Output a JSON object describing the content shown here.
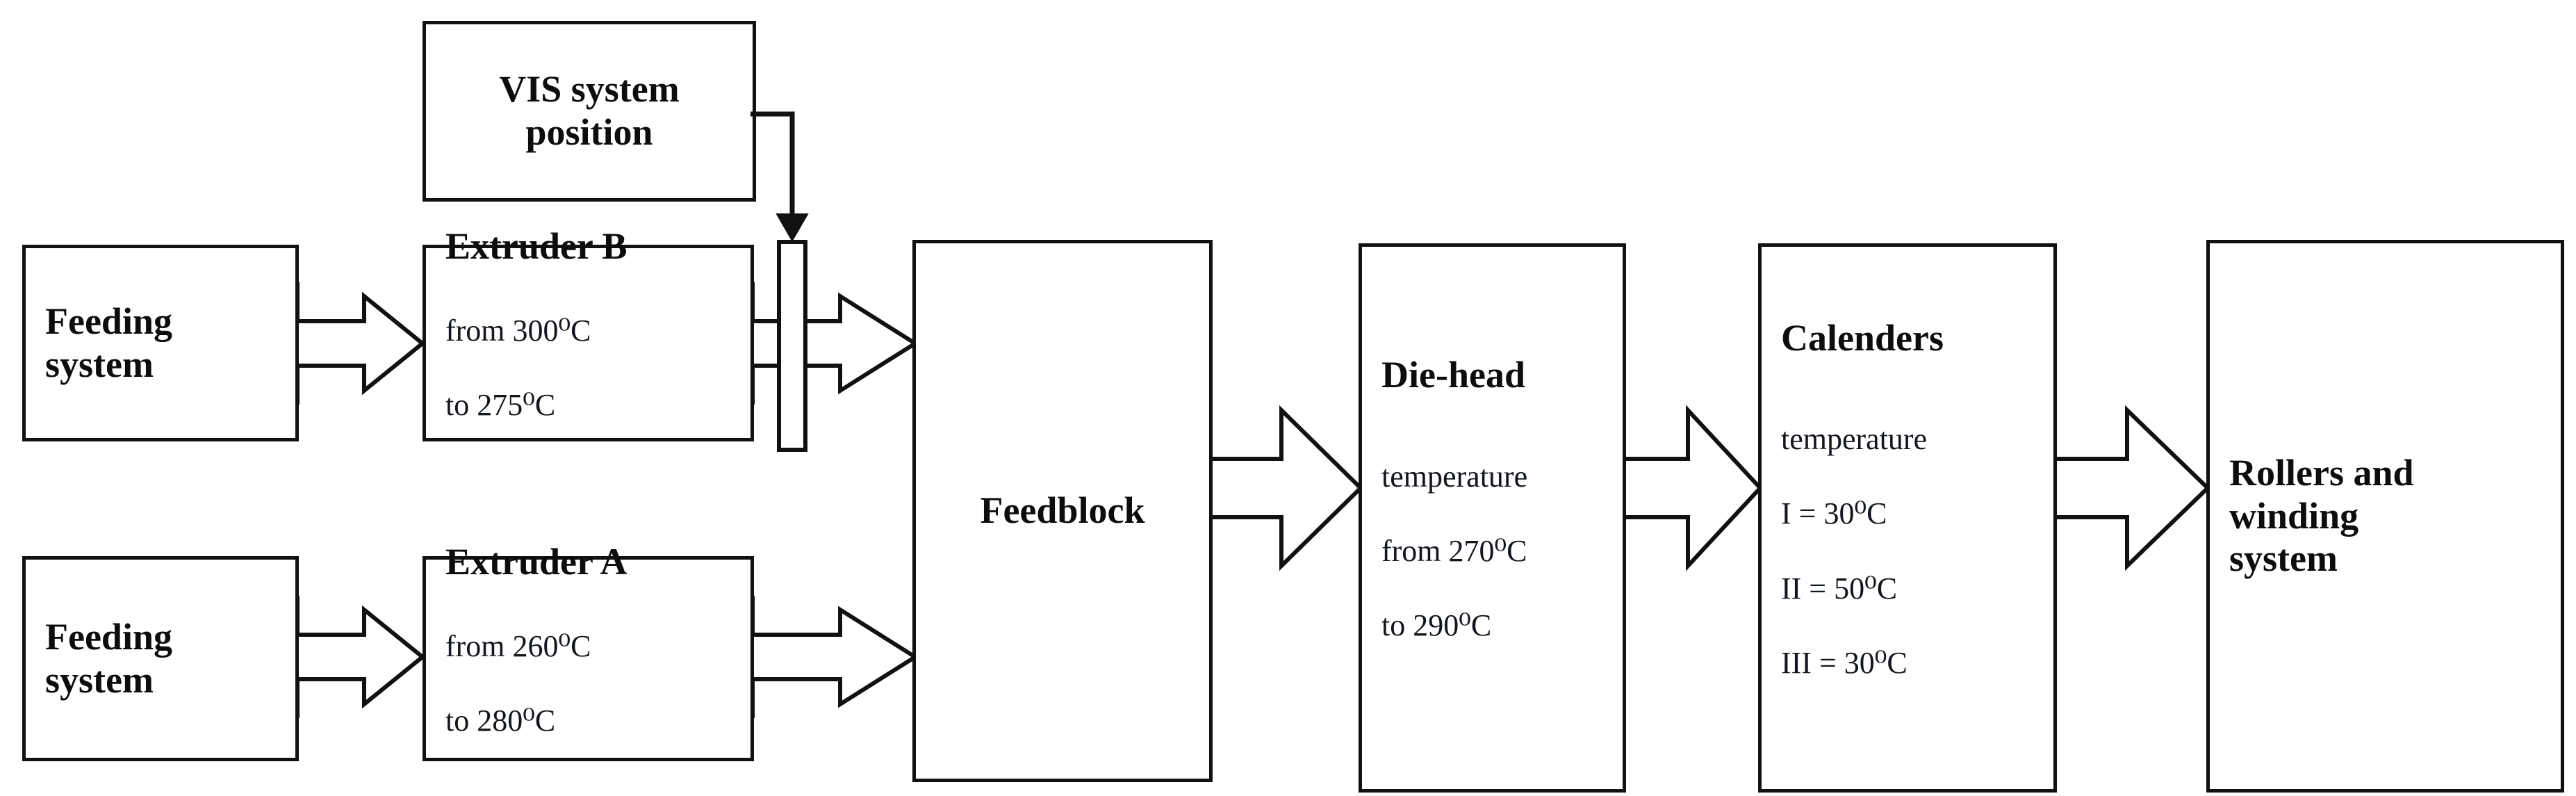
{
  "diagram": {
    "type": "process-flow",
    "title": "Coextrusion line process flow",
    "stroke_color": "#111111",
    "background_color": "#ffffff",
    "text_color": "#0d0d0d"
  },
  "nodes": {
    "vis_system": {
      "label": "VIS system\nposition"
    },
    "feeding_top": {
      "label": "Feeding\nsystem"
    },
    "feeding_bottom": {
      "label": "Feeding\nsystem"
    },
    "extruder_b": {
      "label": "Extruder B",
      "detail_line1": "from 300⁰C",
      "detail_line2": "to 275⁰C"
    },
    "extruder_a": {
      "label": "Extruder A",
      "detail_line1": "from 260⁰C",
      "detail_line2": "to 280⁰C"
    },
    "feedblock": {
      "label": "Feedblock"
    },
    "die_head": {
      "label": "Die-head",
      "detail_line1": "temperature",
      "detail_line2": "from 270⁰C",
      "detail_line3": "to 290⁰C"
    },
    "calenders": {
      "label": "Calenders",
      "detail_line1": "temperature",
      "detail_line2": "I = 30⁰C",
      "detail_line3": "II = 50⁰C",
      "detail_line4": "III = 30⁰C"
    },
    "rollers": {
      "label": "Rollers and\nwinding\nsystem"
    }
  },
  "process_values": {
    "extruder_b_temperature_from_C": 300,
    "extruder_b_temperature_to_C": 275,
    "extruder_a_temperature_from_C": 260,
    "extruder_a_temperature_to_C": 280,
    "die_head_temperature_from_C": 270,
    "die_head_temperature_to_C": 290,
    "calender_I_temperature_C": 30,
    "calender_II_temperature_C": 50,
    "calender_III_temperature_C": 30
  },
  "edges": [
    {
      "id": "e1",
      "from": "feeding_top",
      "to": "extruder_b",
      "style": "block-arrow"
    },
    {
      "id": "e2",
      "from": "feeding_bottom",
      "to": "extruder_a",
      "style": "block-arrow"
    },
    {
      "id": "e3",
      "from": "extruder_b",
      "to": "feedblock",
      "style": "block-arrow"
    },
    {
      "id": "e4",
      "from": "extruder_a",
      "to": "feedblock",
      "style": "block-arrow"
    },
    {
      "id": "e5",
      "from": "feedblock",
      "to": "die_head",
      "style": "block-arrow"
    },
    {
      "id": "e6",
      "from": "die_head",
      "to": "calenders",
      "style": "block-arrow"
    },
    {
      "id": "e7",
      "from": "calenders",
      "to": "rollers",
      "style": "block-arrow"
    },
    {
      "id": "e8",
      "from": "vis_system",
      "to": "vis_bar",
      "style": "line-arrow"
    }
  ]
}
